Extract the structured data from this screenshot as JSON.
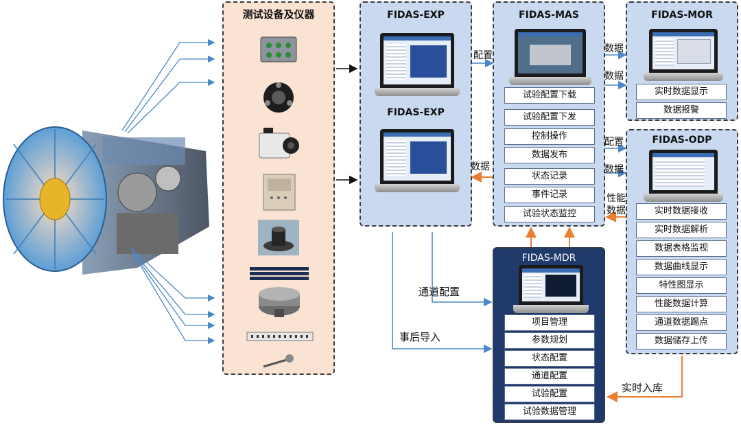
{
  "instruments_panel": {
    "title": "测试设备及仪器"
  },
  "exp_panel": {
    "title_top": "FIDAS-EXP",
    "title_bottom": "FIDAS-EXP"
  },
  "mas_panel": {
    "title": "FIDAS-MAS",
    "buttons": [
      "试验配置下载",
      "试验配置下发",
      "控制操作",
      "数据发布",
      "状态记录",
      "事件记录",
      "试验状态监控"
    ]
  },
  "mor_panel": {
    "title": "FIDAS-MOR",
    "buttons": [
      "实时数据显示",
      "数据报警"
    ]
  },
  "odp_panel": {
    "title": "FIDAS-ODP",
    "buttons": [
      "实时数据接收",
      "实时数据解析",
      "数据表格监视",
      "数据曲线显示",
      "特性图显示",
      "性能数据计算",
      "通道数据踢点",
      "数据储存上传"
    ]
  },
  "mdr_panel": {
    "title": "FIDAS-MDR",
    "buttons": [
      "项目管理",
      "参数规划",
      "状态配置",
      "通道配置",
      "试验配置",
      "试验数据管理"
    ]
  },
  "flow_labels": {
    "exp_to_mas": "配置",
    "mas_to_exp": "数据",
    "mas_to_mor_1": "数据",
    "mas_to_mor_2": "数据",
    "mas_to_odp_1": "配置",
    "mas_to_odp_2": "数据",
    "odp_to_mas_1": "性能",
    "odp_to_mas_2": "数据",
    "channel_config": "通道配置",
    "post_import": "事后导入",
    "realtime_store": "实时入库"
  },
  "colors": {
    "blue_arrow": "#4a86c8",
    "orange_arrow": "#ed7d31",
    "panel_light": "#c9daf0",
    "panel_dark": "#1f3a6b",
    "panel_peach": "#fbe3d4"
  }
}
